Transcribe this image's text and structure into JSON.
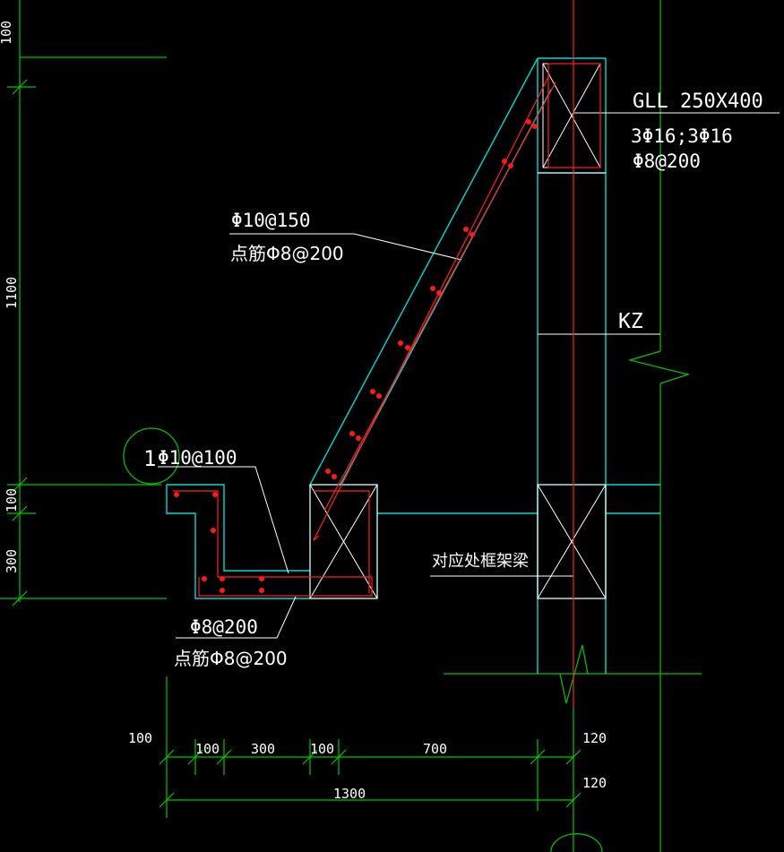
{
  "colors": {
    "background": "#000000",
    "outline": "#00d8d8",
    "dimension": "#00c800",
    "rebar": "#ff2020",
    "leader": "#ffffff",
    "rebar_dot": "#ff1a1a"
  },
  "labels": {
    "beam_name": "GLL 250X400",
    "beam_main_bars": "3Φ16;3Φ16",
    "beam_stirrups": "Φ8@200",
    "slope_bars": "Φ10@150",
    "slope_dist_bars": "点筋Φ8@200",
    "column": "KZ",
    "section_number": "1",
    "gutter_bars": "Φ10@100",
    "bottom_bars": "Φ8@200",
    "bottom_dist_bars": "点筋Φ8@200",
    "frame_beam_note": "对应处框架梁"
  },
  "dimensions": {
    "left_top": "100",
    "left_height": "1100",
    "left_mid": "100",
    "left_bottom": "300",
    "bottom_left_offset": "100",
    "seg_1": "100",
    "seg_2": "300",
    "seg_3": "100",
    "seg_4": "700",
    "right_top": "120",
    "right_bottom": "120",
    "total": "1300"
  }
}
